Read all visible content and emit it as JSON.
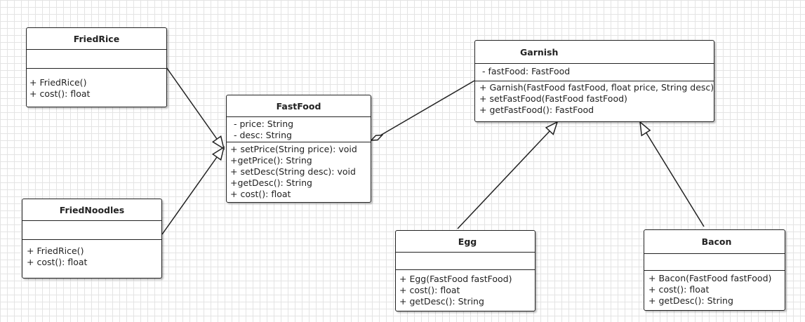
{
  "classes": {
    "fried_rice": {
      "name": "FriedRice",
      "attributes": [],
      "operations": [
        "+ FriedRice()",
        "+ cost(): float"
      ]
    },
    "fried_noodles": {
      "name": "FriedNoodles",
      "attributes": [],
      "operations": [
        "+ FriedRice()",
        "+ cost(): float"
      ]
    },
    "fast_food": {
      "name": "FastFood",
      "attributes": [
        "- price: String",
        "- desc: String"
      ],
      "operations": [
        "+ setPrice(String price): void",
        "+getPrice(): String",
        "+ setDesc(String desc): void",
        "+getDesc(): String",
        "+ cost(): float"
      ]
    },
    "garnish": {
      "name": "Garnish",
      "attributes": [
        "- fastFood: FastFood"
      ],
      "operations": [
        "+ Garnish(FastFood fastFood, float price, String desc)",
        "+ setFastFood(FastFood fastFood)",
        "+ getFastFood(): FastFood"
      ]
    },
    "egg": {
      "name": "Egg",
      "attributes": [],
      "operations": [
        "+ Egg(FastFood fastFood)",
        "+ cost(): float",
        "+ getDesc(): String"
      ]
    },
    "bacon": {
      "name": "Bacon",
      "attributes": [],
      "operations": [
        "+ Bacon(FastFood fastFood)",
        "+ cost(): float",
        "+ getDesc(): String"
      ]
    }
  },
  "relations": [
    {
      "from": "fried_rice",
      "to": "fast_food",
      "kind": "generalization"
    },
    {
      "from": "fried_noodles",
      "to": "fast_food",
      "kind": "generalization"
    },
    {
      "from": "egg",
      "to": "garnish",
      "kind": "generalization"
    },
    {
      "from": "bacon",
      "to": "garnish",
      "kind": "generalization"
    },
    {
      "from": "garnish",
      "to": "fast_food",
      "kind": "aggregation"
    }
  ],
  "colors": {
    "line": "#222222",
    "grid": "#e4e4e4",
    "box": "#ffffff"
  }
}
